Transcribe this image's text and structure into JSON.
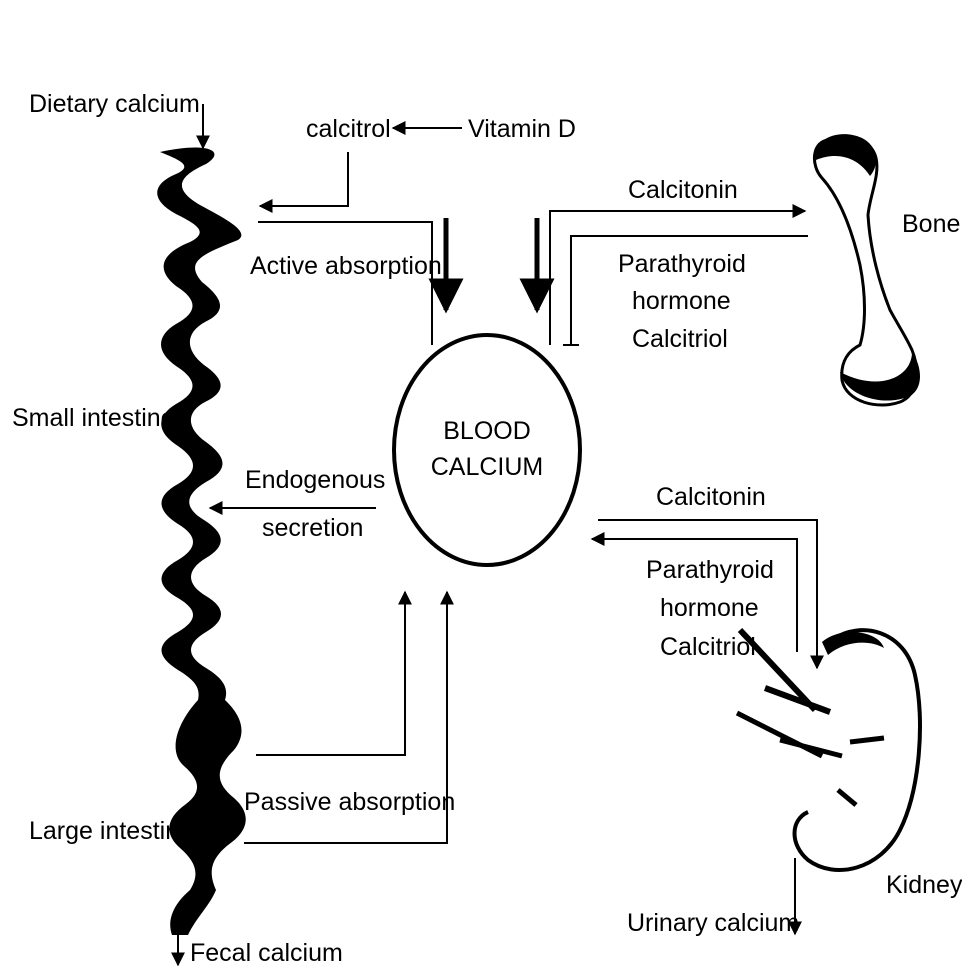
{
  "labels": {
    "dietary_calcium": "Dietary calcium",
    "calcitrol": "calcitrol",
    "vitamin_d": "Vitamin D",
    "active_absorption": "Active absorption",
    "small_intestine": "Small intestine",
    "endogenous": "Endogenous",
    "secretion": "secretion",
    "passive_absorption": "Passive absorption",
    "large_intestine": "Large intestine",
    "fecal_calcium": "Fecal calcium",
    "blood": "BLOOD",
    "calcium": "CALCIUM",
    "bone_calcitonin": "Calcitonin",
    "bone_parathyroid": "Parathyroid",
    "bone_hormone": "hormone",
    "bone_calcitriol": "Calcitriol",
    "bone": "Bone",
    "kidney_calcitonin": "Calcitonin",
    "kidney_parathyroid": "Parathyroid",
    "kidney_hormone": "hormone",
    "kidney_calcitriol": "Calcitriol",
    "kidney": "Kidney",
    "urinary_calcium": "Urinary calcium"
  },
  "colors": {
    "ink": "#000000",
    "background": "#ffffff"
  }
}
